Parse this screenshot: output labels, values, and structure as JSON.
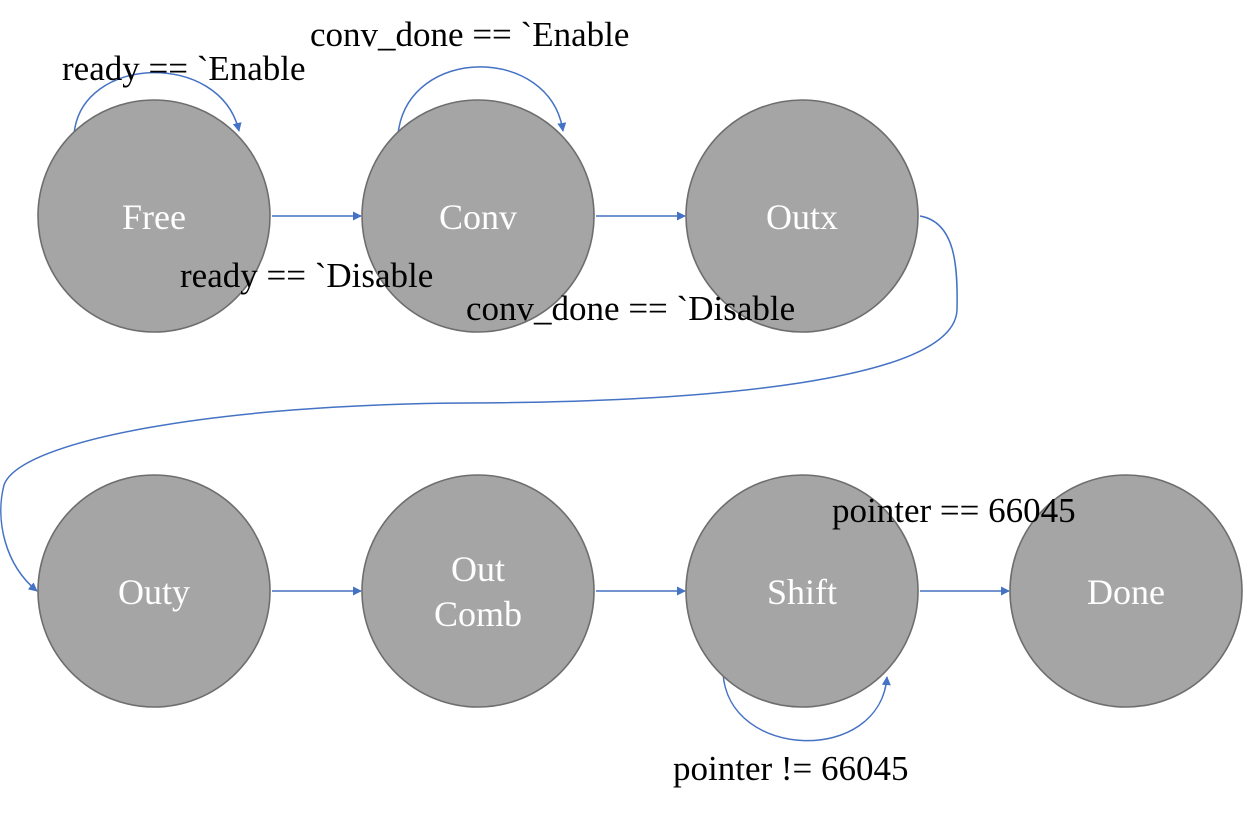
{
  "states": {
    "free": "Free",
    "conv": "Conv",
    "outx": "Outx",
    "outy": "Outy",
    "outcomb_line1": "Out",
    "outcomb_line2": "Comb",
    "shift": "Shift",
    "done": "Done"
  },
  "transitions": {
    "free_self": "ready == `Enable",
    "free_to_conv": "ready == `Disable",
    "conv_self": "conv_done == `Enable",
    "conv_to_outx": "conv_done == `Disable",
    "shift_to_done": "pointer == 66045",
    "shift_self": "pointer != 66045"
  },
  "colors": {
    "state_fill": "#a5a5a5",
    "state_stroke": "#6e6e6e",
    "edge": "#4472c4"
  }
}
